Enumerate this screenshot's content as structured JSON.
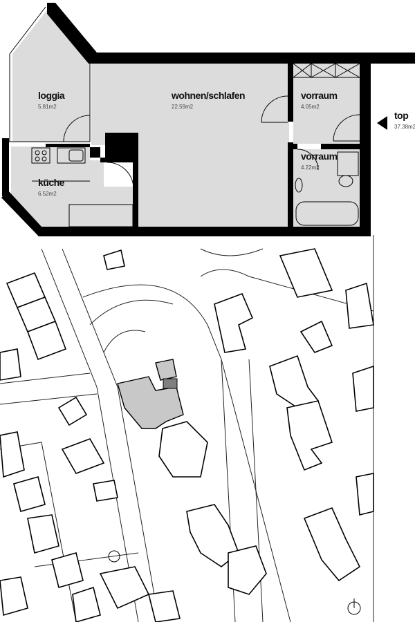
{
  "floor_plan": {
    "rooms": [
      {
        "name": "loggia",
        "area": "5.81m2"
      },
      {
        "name": "wohnen/schlafen",
        "area": "22.59m2"
      },
      {
        "name": "vorraum",
        "area": "4.05m2"
      },
      {
        "name": "vorraum",
        "area": "4.22m2"
      },
      {
        "name": "küche",
        "area": "6.52m2"
      }
    ],
    "unit": {
      "name": "top",
      "area": "37.38m2"
    }
  },
  "colors": {
    "room_fill": "#dcdcdc",
    "wall": "#000000",
    "highlight_building": "#c8c8c8",
    "highlight_unit": "#808080"
  }
}
